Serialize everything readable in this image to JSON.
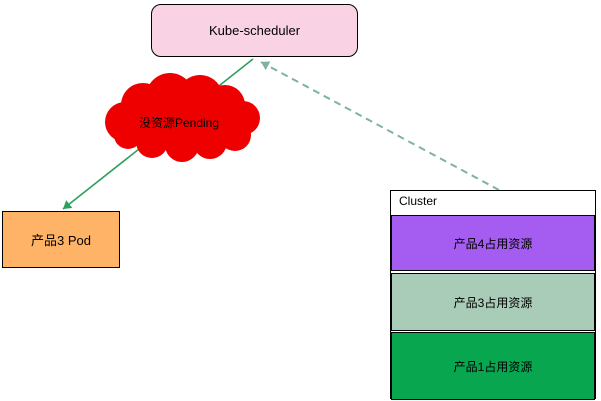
{
  "diagram": {
    "scheduler": {
      "label": "Kube-scheduler",
      "fill": "#f9d3e4"
    },
    "cloud": {
      "label": "没资源Pending",
      "fill": "#ee0000"
    },
    "pod": {
      "label": "产品3 Pod",
      "fill": "#ffb366"
    },
    "cluster": {
      "label": "Cluster",
      "resources": [
        {
          "label": "产品4占用资源",
          "color": "#a55cf0"
        },
        {
          "label": "产品3占用资源",
          "color": "#a8ccb8"
        },
        {
          "label": "产品1占用资源",
          "color": "#07a64f"
        }
      ]
    },
    "edges": {
      "solid_arrow_color": "#2da05f",
      "dashed_arrow_color": "#7fb2a3"
    }
  }
}
